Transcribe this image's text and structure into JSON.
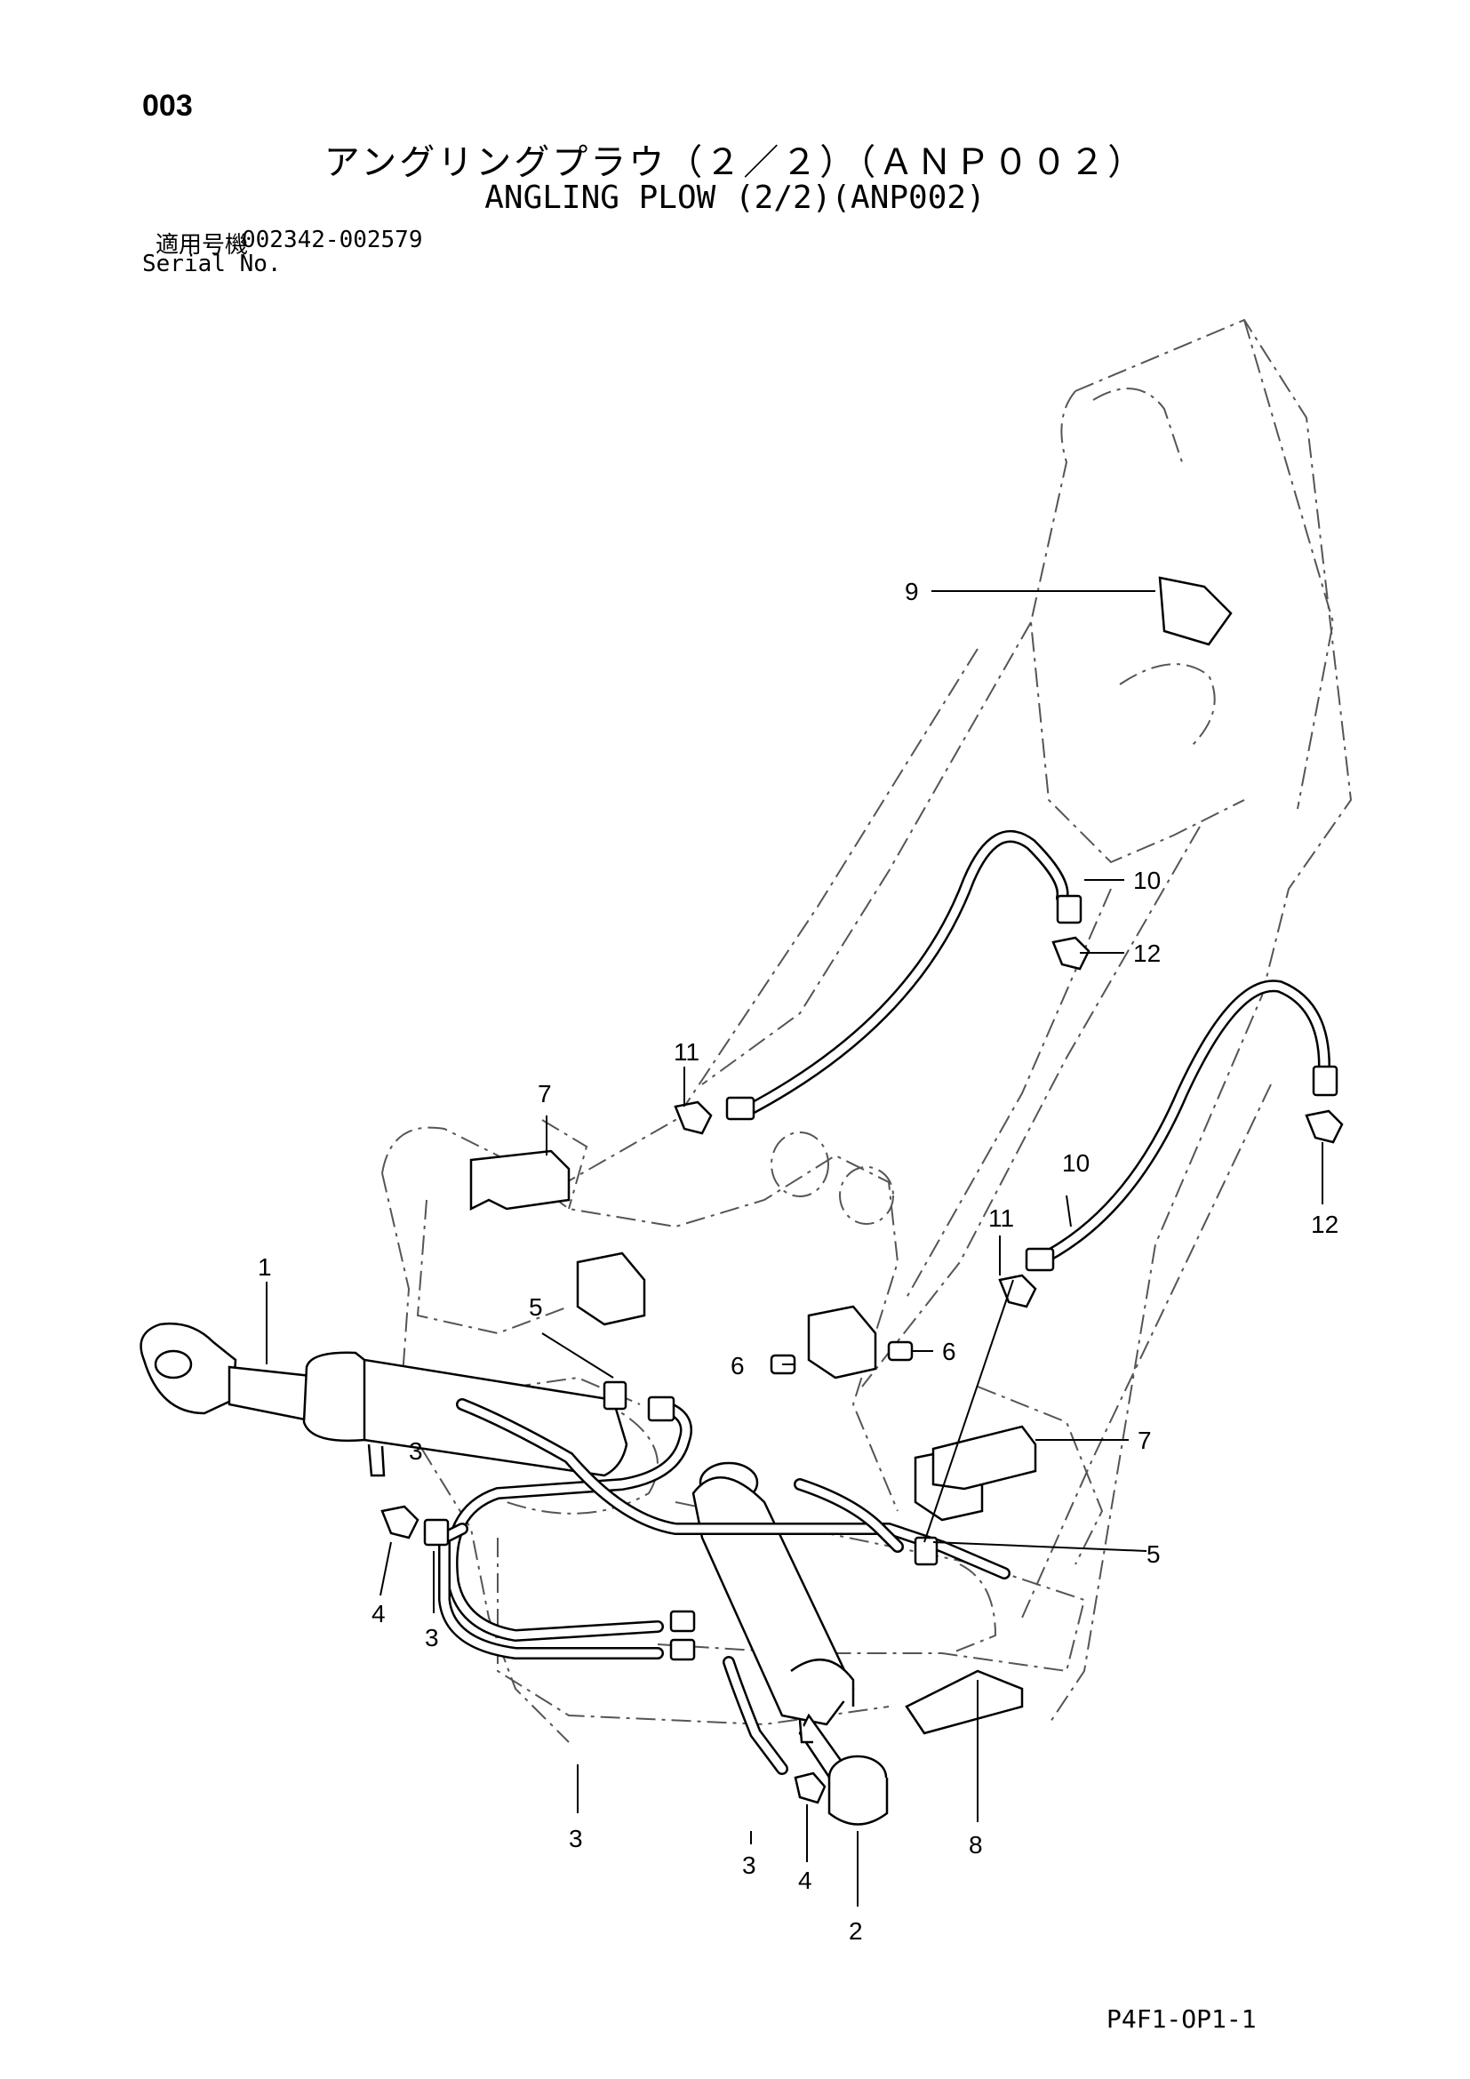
{
  "header": {
    "page_number": "003",
    "title_jp": "アングリングプラウ（２／２）（ＡＮＰ００２）",
    "title_en": "ANGLING PLOW (2/2)(ANP002)",
    "serial_label_jp": "適用号機",
    "serial_range": "002342-002579",
    "serial_label_en": "Serial No."
  },
  "callouts": [
    "1",
    "2",
    "3",
    "3",
    "3",
    "3",
    "4",
    "4",
    "5",
    "5",
    "6",
    "6",
    "7",
    "7",
    "8",
    "9",
    "10",
    "10",
    "11",
    "11",
    "12",
    "12"
  ],
  "footer": {
    "drawing_code": "P4F1-OP1-1"
  }
}
